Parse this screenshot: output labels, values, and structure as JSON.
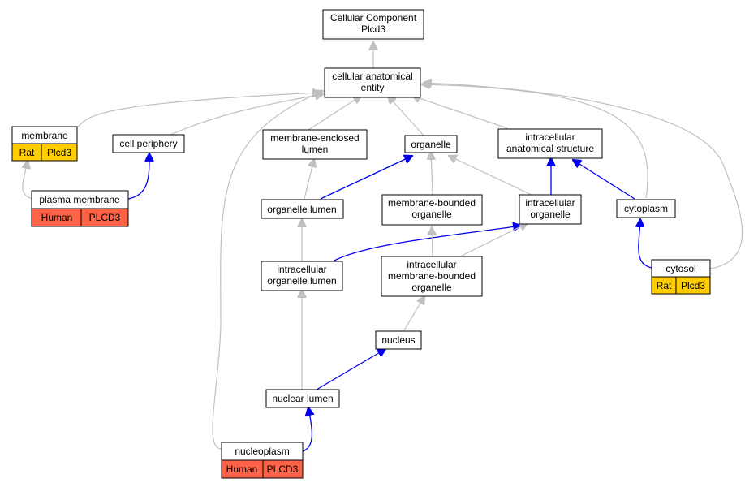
{
  "colors": {
    "is_a_edge": "#c0c0c0",
    "part_of_edge": "#0000ee",
    "rat_tag": "#ffcc00",
    "human_tag": "#ff6347"
  },
  "nodes": {
    "root": {
      "line1": "Cellular Component",
      "line2": "Plcd3"
    },
    "cellular_anatomical_entity": {
      "line1": "cellular anatomical",
      "line2": "entity"
    },
    "membrane": {
      "label": "membrane",
      "species": "Rat",
      "gene": "Plcd3"
    },
    "cell_periphery": {
      "label": "cell periphery"
    },
    "membrane_enclosed_lumen": {
      "line1": "membrane-enclosed",
      "line2": "lumen"
    },
    "organelle": {
      "label": "organelle"
    },
    "intracellular_anatomical_structure": {
      "line1": "intracellular",
      "line2": "anatomical structure"
    },
    "plasma_membrane": {
      "label": "plasma membrane",
      "species": "Human",
      "gene": "PLCD3"
    },
    "organelle_lumen": {
      "label": "organelle lumen"
    },
    "membrane_bounded_organelle": {
      "line1": "membrane-bounded",
      "line2": "organelle"
    },
    "intracellular_organelle": {
      "line1": "intracellular",
      "line2": "organelle"
    },
    "cytoplasm": {
      "label": "cytoplasm"
    },
    "intracellular_organelle_lumen": {
      "line1": "intracellular",
      "line2": "organelle lumen"
    },
    "intracellular_membrane_bounded_organelle": {
      "line1": "intracellular",
      "line2": "membrane-bounded",
      "line3": "organelle"
    },
    "cytosol": {
      "label": "cytosol",
      "species": "Rat",
      "gene": "Plcd3"
    },
    "nucleus": {
      "label": "nucleus"
    },
    "nuclear_lumen": {
      "label": "nuclear lumen"
    },
    "nucleoplasm": {
      "label": "nucleoplasm",
      "species": "Human",
      "gene": "PLCD3"
    }
  }
}
